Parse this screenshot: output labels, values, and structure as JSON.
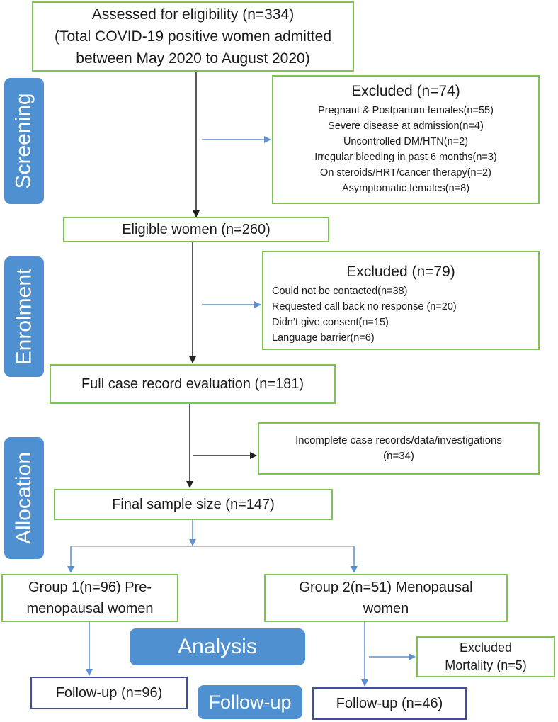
{
  "assessed": {
    "line1": "Assessed for eligibility (n=334)",
    "line2": "(Total COVID-19 positive women admitted",
    "line3": "between May 2020 to August 2020)"
  },
  "excluded1": {
    "title": "Excluded (n=74)",
    "items": [
      "Pregnant & Postpartum females(n=55)",
      "Severe disease at admission(n=4)",
      "Uncontrolled DM/HTN(n=2)",
      "Irregular bleeding in past 6 months(n=3)",
      "On steroids/HRT/cancer therapy(n=2)",
      "Asymptomatic females(n=8)"
    ]
  },
  "eligible": "Eligible women (n=260)",
  "excluded2": {
    "title": "Excluded (n=79)",
    "items": [
      "Could not be contacted(n=38)",
      "Requested call back no response (n=20)",
      "Didn’t give consent(n=15)",
      "Language barrier(n=6)"
    ]
  },
  "full_case": "Full case record evaluation (n=181)",
  "incomplete": {
    "line1": "Incomplete case records/data/investigations",
    "line2": "(n=34)"
  },
  "final_sample": "Final sample size (n=147)",
  "group1": {
    "line1": "Group 1(n=96) Pre-",
    "line2": "menopausal women"
  },
  "group2": {
    "line1": "Group 2(n=51) Menopausal",
    "line2": "women"
  },
  "excluded3": {
    "line1": "Excluded",
    "line2": "Mortality (n=5)"
  },
  "followup1": "Follow-up (n=96)",
  "followup2": "Follow-up (n=46)",
  "stages": {
    "screening": "Screening",
    "enrolment": "Enrolment",
    "allocation": "Allocation",
    "analysis": "Analysis",
    "followup": "Follow-up"
  },
  "colors": {
    "green_border": "#7cc353",
    "blue_border": "#3f4ea0",
    "stage_fill": "#4f90d0",
    "blue_arrow": "#5b8fd6",
    "black_arrow": "#222222"
  }
}
